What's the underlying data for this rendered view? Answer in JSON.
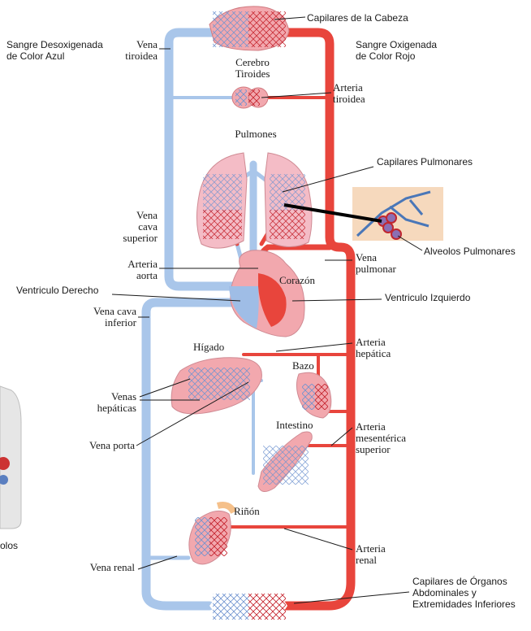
{
  "legend": {
    "deoxygenated": "Sangre Desoxigenada\nde Color Azul",
    "oxygenated": "Sangre Oxigenada\nde Color Rojo"
  },
  "labels": {
    "head_capillaries": "Capilares de la Cabeza",
    "thyroid_vein": "Vena\ntiroidea",
    "brain_thyroid": "Cerebro\nTiroides",
    "thyroid_artery": "Arteria\ntiroidea",
    "lungs": "Pulmones",
    "pulmonary_capillaries": "Capilares Pulmonares",
    "superior_vena_cava": "Vena\ncava\nsuperior",
    "pulmonary_alveoli": "Alveolos Pulmonares",
    "aorta": "Arteria\naorta",
    "pulmonary_vein": "Vena\npulmonar",
    "heart": "Corazón",
    "right_ventricle": "Ventriculo Derecho",
    "left_ventricle": "Ventriculo Izquierdo",
    "inferior_vena_cava": "Vena cava\ninferior",
    "liver": "Hígado",
    "hepatic_artery": "Arteria\nhepática",
    "spleen": "Bazo",
    "hepatic_veins": "Venas\nhepáticas",
    "intestine": "Intestino",
    "mesenteric_artery": "Arteria\nmesentérica\nsuperior",
    "portal_vein": "Vena porta",
    "kidney": "Riñón",
    "renal_artery": "Arteria\nrenal",
    "renal_vein": "Vena renal",
    "lower_capillaries": "Capilares de Órganos\nAbdominales y\nExtremidades Inferiores",
    "cropped_fragment": "olos"
  },
  "colors": {
    "oxygenated": "#e8453c",
    "deoxygenated": "#a9c6ea",
    "organ": "#f2a8ae"
  }
}
